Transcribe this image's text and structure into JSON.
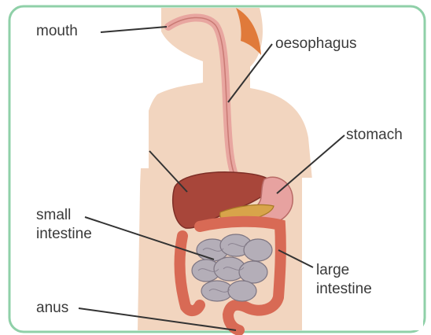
{
  "labels": {
    "mouth": "mouth",
    "oesophagus": "oesophagus",
    "stomach": "stomach",
    "small_intestine_1": "small",
    "small_intestine_2": "intestine",
    "large_intestine_1": "large",
    "large_intestine_2": "intestine",
    "anus": "anus"
  },
  "colors": {
    "frame": "#8fd0a8",
    "skin": "#f2d5bf",
    "hair": "#e07a3a",
    "oesophagus": "#e8a6a0",
    "liver": "#a8463a",
    "gallbladder": "#d8a44a",
    "small_intestine": "#b4aeb8",
    "large_intestine": "#d86a55",
    "leader": "#333333"
  }
}
